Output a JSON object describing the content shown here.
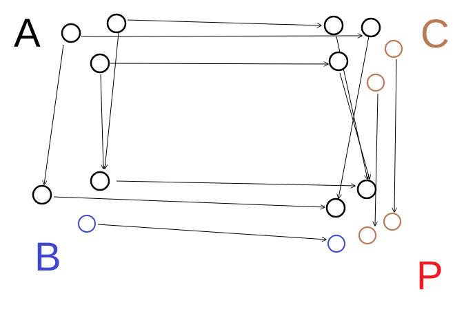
{
  "labels": {
    "A": {
      "text": "A",
      "color": "#000000"
    },
    "B": {
      "text": "B",
      "color": "#3f48cc"
    },
    "C": {
      "text": "C",
      "color": "#b97a57"
    },
    "P": {
      "text": "P",
      "color": "#ed1c24"
    }
  },
  "colors": {
    "black": "#000000",
    "blue": "#3f48cc",
    "brown": "#b97a57"
  }
}
